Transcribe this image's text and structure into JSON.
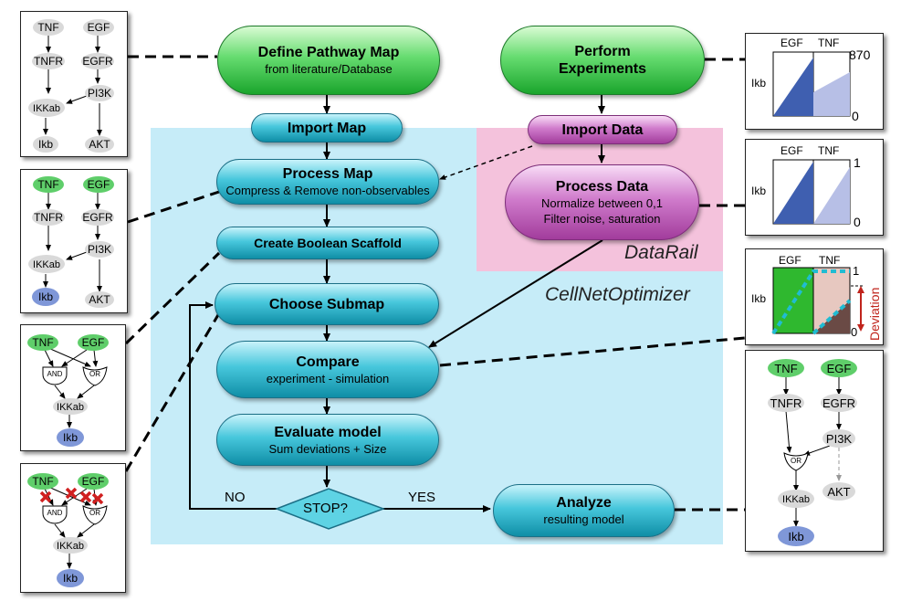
{
  "flow": {
    "define_title": "Define Pathway Map",
    "define_sub": "from literature/Database",
    "perform_line1": "Perform",
    "perform_line2": "Experiments",
    "import_map": "Import Map",
    "import_data": "Import Data",
    "process_map_title": "Process Map",
    "process_map_sub": "Compress & Remove non-observables",
    "process_data_title": "Process Data",
    "process_data_sub1": "Normalize between 0,1",
    "process_data_sub2": "Filter noise, saturation",
    "boolean_scaffold": "Create Boolean Scaffold",
    "choose_submap": "Choose Submap",
    "compare_title": "Compare",
    "compare_sub": "experiment - simulation",
    "evaluate_title": "Evaluate model",
    "evaluate_sub": "Sum deviations + Size",
    "stop": "STOP?",
    "no": "NO",
    "yes": "YES",
    "analyze_title": "Analyze",
    "analyze_sub": "resulting model"
  },
  "regions": {
    "datarail": "DataRail",
    "cellnet": "CellNetOptimizer"
  },
  "networks": {
    "tnf": "TNF",
    "egf": "EGF",
    "tnfr": "TNFR",
    "egfr": "EGFR",
    "ikkab": "IKKab",
    "pi3k": "PI3K",
    "ikb": "Ikb",
    "akt": "AKT",
    "and": "AND",
    "or": "OR"
  },
  "plots": {
    "egf": "EGF",
    "tnf": "TNF",
    "ikb": "Ikb",
    "raw_max": "870",
    "raw_min": "0",
    "norm_max": "1",
    "norm_min": "0",
    "deviation": "Deviation"
  },
  "colors": {
    "region_blue": "#c6ecf8",
    "region_pink": "#f4c2dc",
    "node_grey": "#d9d9d9",
    "node_green": "#5fce6a",
    "node_blue": "#7f97d8",
    "plot_dark_blue": "#3f5fb0",
    "plot_light_blue": "#b7bfe6",
    "deviation_red": "#c0241c",
    "dash_cyan": "#20bcd2"
  }
}
